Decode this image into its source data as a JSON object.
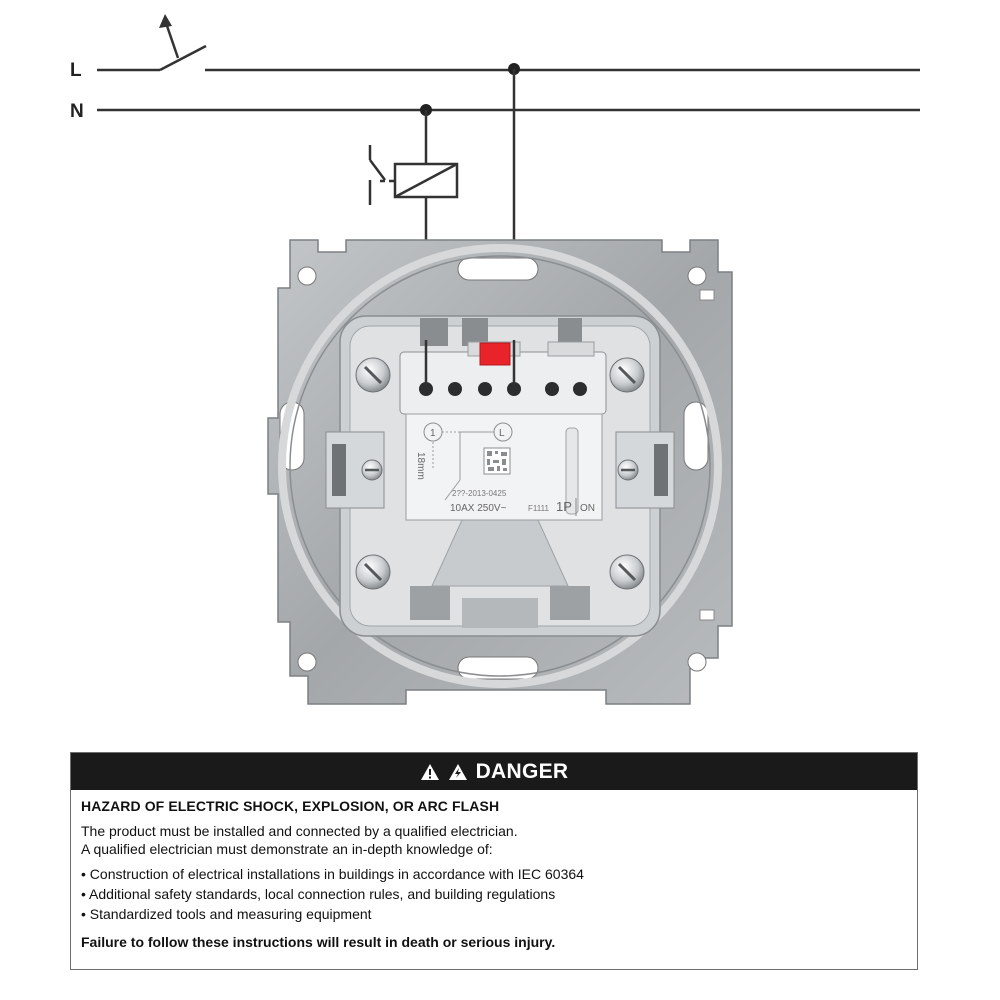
{
  "wiring": {
    "line_label": "L",
    "neutral_label": "N"
  },
  "device": {
    "terminal_1": "1",
    "terminal_L": "L",
    "dimension_text": "18mm",
    "code_text": "2??-2013-0425",
    "rating_text": "10AX 250V~",
    "model_text": "F1111",
    "poles_text": "1P",
    "on_text": "ON",
    "colors": {
      "release_tab": "#e8232a",
      "plate": "#a9acae",
      "body": "#e4e6e8"
    }
  },
  "danger": {
    "header": "DANGER",
    "title": "HAZARD OF ELECTRIC SHOCK, EXPLOSION, OR ARC FLASH",
    "intro_1": "The product must be installed and connected by a qualified electrician.",
    "intro_2": "A qualified electrician must demonstrate an in-depth knowledge of:",
    "requirements": [
      "Construction of electrical installations in buildings in accordance with IEC 60364",
      "Additional safety standards, local connection rules, and building regulations",
      "Standardized tools and measuring equipment"
    ],
    "footer": "Failure to follow these instructions will result in death or serious injury."
  }
}
